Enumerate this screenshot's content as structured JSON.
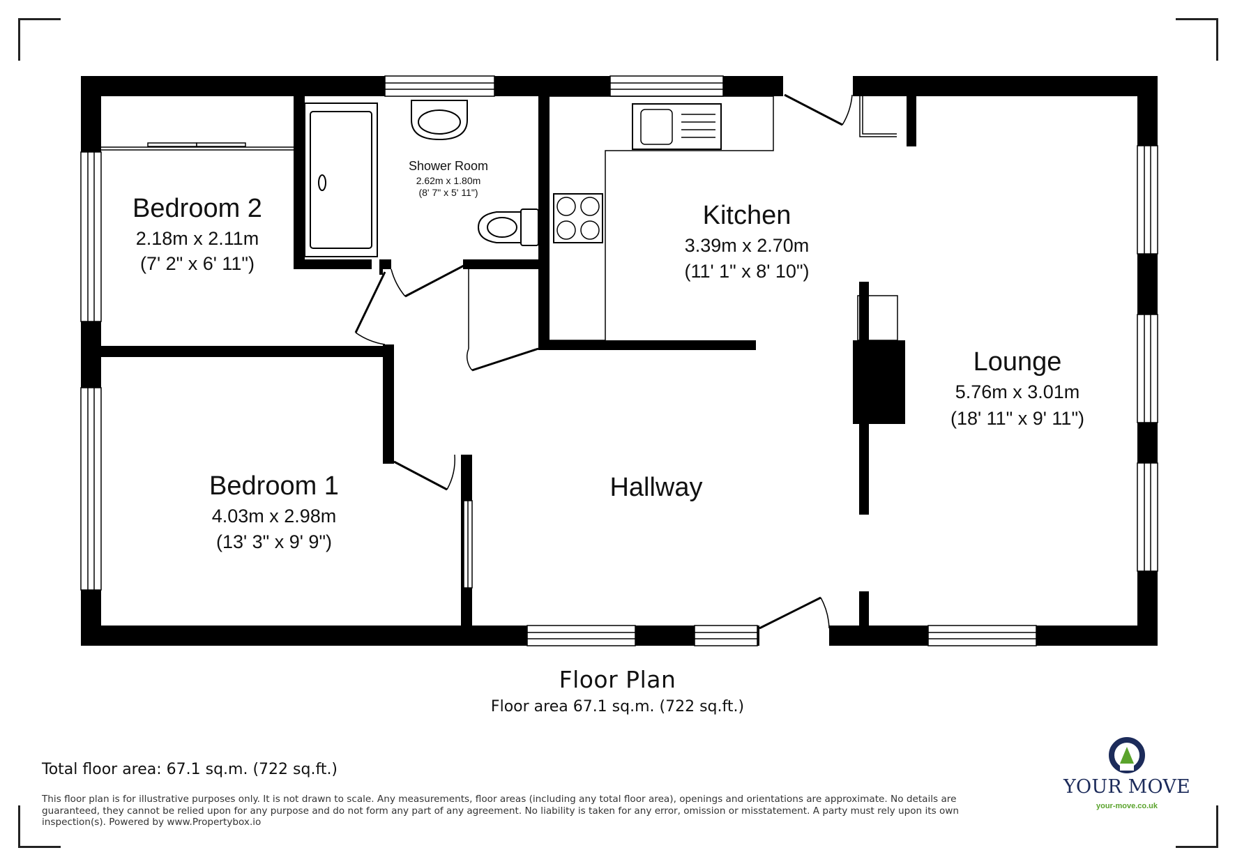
{
  "rooms": {
    "bedroom2": {
      "name": "Bedroom 2",
      "metric": "2.18m x 2.11m",
      "imperial": "(7' 2\" x 6' 11\")"
    },
    "shower": {
      "name": "Shower Room",
      "metric": "2.62m x 1.80m",
      "imperial": "(8' 7\" x 5' 11\")"
    },
    "kitchen": {
      "name": "Kitchen",
      "metric": "3.39m x 2.70m",
      "imperial": "(11' 1\" x 8' 10\")"
    },
    "lounge": {
      "name": "Lounge",
      "metric": "5.76m x 3.01m",
      "imperial": "(18' 11\" x 9' 11\")"
    },
    "bedroom1": {
      "name": "Bedroom 1",
      "metric": "4.03m x 2.98m",
      "imperial": "(13' 3\" x 9' 9\")"
    },
    "hallway": {
      "name": "Hallway"
    }
  },
  "caption": {
    "title": "Floor Plan",
    "area": "Floor area 67.1 sq.m. (722 sq.ft.)"
  },
  "footer": {
    "total_area": "Total floor area: 67.1 sq.m. (722 sq.ft.)",
    "disclaimer": "This floor plan is for illustrative purposes only. It is not drawn to scale. Any measurements, floor areas (including any total floor area), openings and orientations are approximate. No details are guaranteed, they cannot be relied upon for any purpose and do not form any part of any agreement. No liability is taken for any error, omission or misstatement. A party must rely upon its own inspection(s). Powered by www.Propertybox.io"
  },
  "brand": {
    "name": "YOUR MOVE",
    "url": "your-move.co.uk",
    "colors": {
      "navy": "#1c2b5a",
      "green": "#5aa32c"
    }
  },
  "colors": {
    "wall": "#000000",
    "background": "#ffffff"
  }
}
